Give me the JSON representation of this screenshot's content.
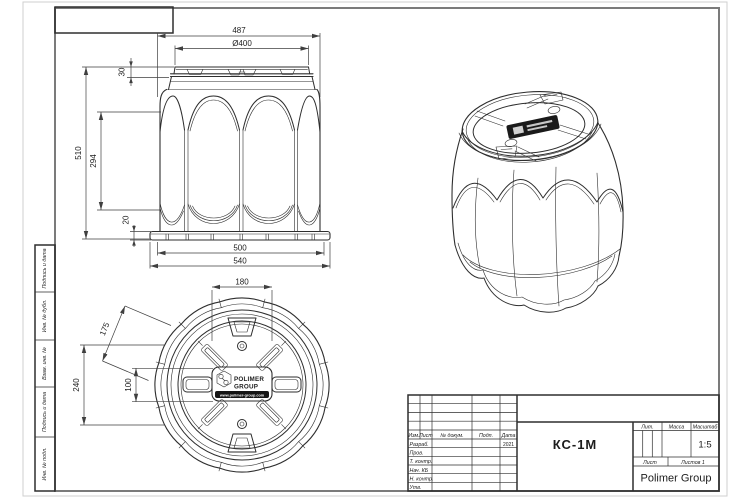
{
  "drawing": {
    "front_view": {
      "dim_width": "487",
      "dim_lid_diameter": "Ø400",
      "dim_lid_height": "30",
      "dim_total_height": "510",
      "dim_body_height": "294",
      "dim_base_height": "20",
      "dim_base_width_inner": "500",
      "dim_base_width_outer": "540"
    },
    "top_view": {
      "dim_top_width": "180",
      "dim_diagonal": "175",
      "dim_height": "240",
      "dim_inner_height": "100",
      "logo": {
        "line1": "POLIMER",
        "line2": "GROUP",
        "website": "www.polimer-group.com"
      }
    },
    "side_strip": {
      "items": [
        "Подпись и дата",
        "Инв. № дубл.",
        "Взам. инв. №",
        "Подпись и дата",
        "Инв. № подл."
      ]
    },
    "title_block": {
      "header_cols": [
        "Изм.",
        "Лист",
        "№ докум.",
        "Подп.",
        "Дата"
      ],
      "approval_rows": [
        "Разраб.",
        "Пров.",
        "Т. контр.",
        "Нач. КБ",
        "Н. контр.",
        "Утв."
      ],
      "date": "2021",
      "designation": "КС-1М",
      "lit_label": "Лит.",
      "mass_label": "Масса",
      "scale_label": "Масштаб",
      "scale_value": "1:5",
      "sheet_label": "Лист",
      "sheets_label": "Листов 1",
      "company": "Polimer Group"
    }
  }
}
